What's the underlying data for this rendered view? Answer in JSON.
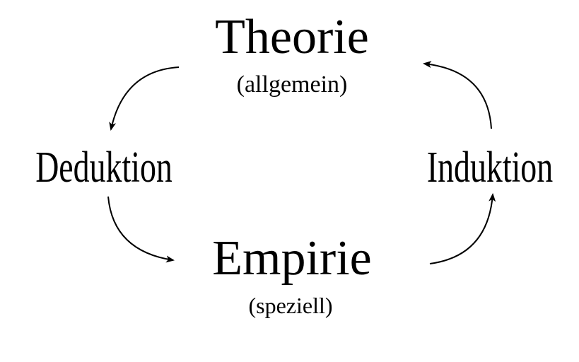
{
  "diagram": {
    "theory": {
      "title": "Theorie",
      "subtitle": "(allgemein)"
    },
    "empirics": {
      "title": "Empirie",
      "subtitle": "(speziell)"
    },
    "deduction": "Deduktion",
    "induction": "Induktion"
  }
}
